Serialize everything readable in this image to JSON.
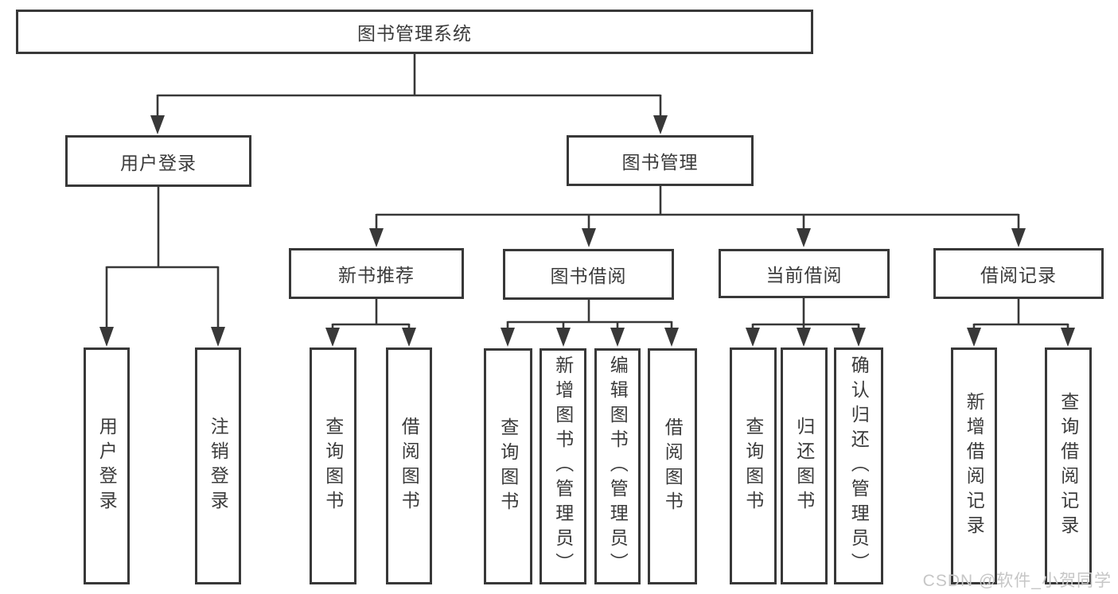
{
  "colors": {
    "line": "#383838",
    "text": "#3b3b3b",
    "watermark": "#c6c6c6",
    "background": "#ffffff"
  },
  "tree": {
    "label": "图书管理系统",
    "children": [
      {
        "label": "用户登录",
        "children": [
          {
            "label": "用户登录"
          },
          {
            "label": "注销登录"
          }
        ]
      },
      {
        "label": "图书管理",
        "children": [
          {
            "label": "新书推荐",
            "children": [
              {
                "label": "查询图书"
              },
              {
                "label": "借阅图书"
              }
            ]
          },
          {
            "label": "图书借阅",
            "children": [
              {
                "label": "查询图书"
              },
              {
                "label": "新增图书（管理员）"
              },
              {
                "label": "编辑图书（管理员）"
              },
              {
                "label": "借阅图书"
              }
            ]
          },
          {
            "label": "当前借阅",
            "children": [
              {
                "label": "查询图书"
              },
              {
                "label": "归还图书"
              },
              {
                "label": "确认归还（管理员）"
              }
            ]
          },
          {
            "label": "借阅记录",
            "children": [
              {
                "label": "新增借阅记录"
              },
              {
                "label": "查询借阅记录"
              }
            ]
          }
        ]
      }
    ]
  },
  "watermark": "CSDN @软件_小贺同学"
}
